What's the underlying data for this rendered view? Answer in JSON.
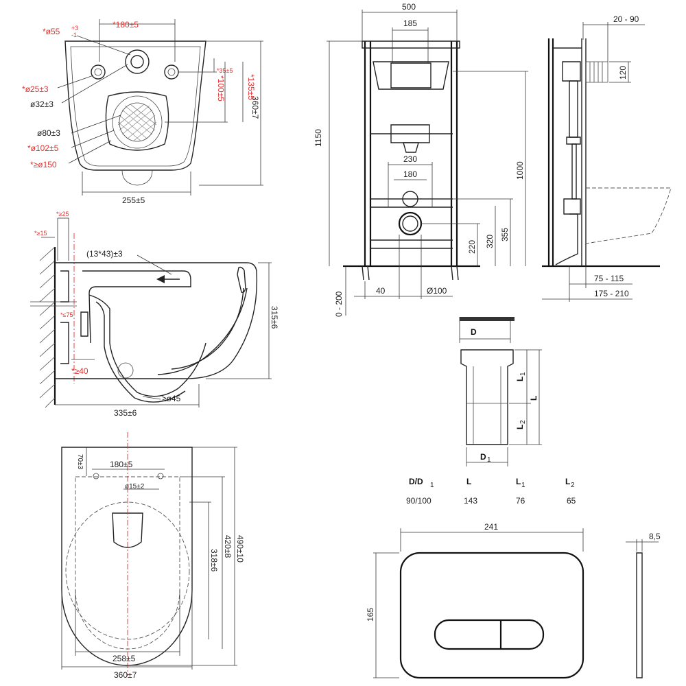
{
  "colors": {
    "line": "#222222",
    "accent_red": "#e0312f",
    "background": "#ffffff"
  },
  "top_view": {
    "top_dim": "*180±5",
    "d55": "*ø55",
    "d55_tol_up": "+3",
    "d55_tol_dn": "-1",
    "d25": "*ø25±3",
    "d32": "ø32±3",
    "d80": "ø80±3",
    "d102": "*ø102±5",
    "d150": "*≥ø150",
    "dim35": "*35±5",
    "dim100": "*100±5",
    "dim135": "*135±5",
    "dim360": "360±7",
    "dim255": "255±5"
  },
  "side_view": {
    "ge25": "*≥25",
    "ge15": "*≥15",
    "bolt_label": "(13*43)±3",
    "le75": "*≤75",
    "ge40": "*≥40",
    "ge45": "≥ø45",
    "dim335": "335±6",
    "dim315": "315±6"
  },
  "plan_view": {
    "dim70": "70±3",
    "dim180": "180±5",
    "d15": "ø15±2",
    "dim490": "490±10",
    "dim420": "420±8",
    "dim318": "318±6",
    "dim258": "258±5",
    "dim360": "360±7"
  },
  "frame_front": {
    "w500": "500",
    "w185": "185",
    "h1150": "1150",
    "h1000": "1000",
    "w230": "230",
    "w180": "180",
    "h355": "355",
    "h320": "320",
    "h220": "220",
    "dim0_200": "0 - 200",
    "dim40": "40",
    "d100": "Ø100"
  },
  "frame_side": {
    "dim20_90": "20 - 90",
    "dim120": "120",
    "dim75_115": "75 - 115",
    "dim175_210": "175 - 210"
  },
  "adapter": {
    "label_d": "D",
    "label_d1": "D",
    "label_d1_sub": "1",
    "label_l": "L",
    "label_l1": "L",
    "label_l1_sub": "1",
    "label_l2": "L",
    "label_l2_sub": "2",
    "table": {
      "headers": [
        {
          "main": "D/D",
          "sub": "1"
        },
        {
          "main": "L",
          "sub": ""
        },
        {
          "main": "L",
          "sub": "1"
        },
        {
          "main": "L",
          "sub": "2"
        }
      ],
      "rows": [
        [
          "90/100",
          "143",
          "76",
          "65"
        ]
      ]
    }
  },
  "flush_plate": {
    "width": "241",
    "height": "165",
    "thickness": "8,5"
  }
}
